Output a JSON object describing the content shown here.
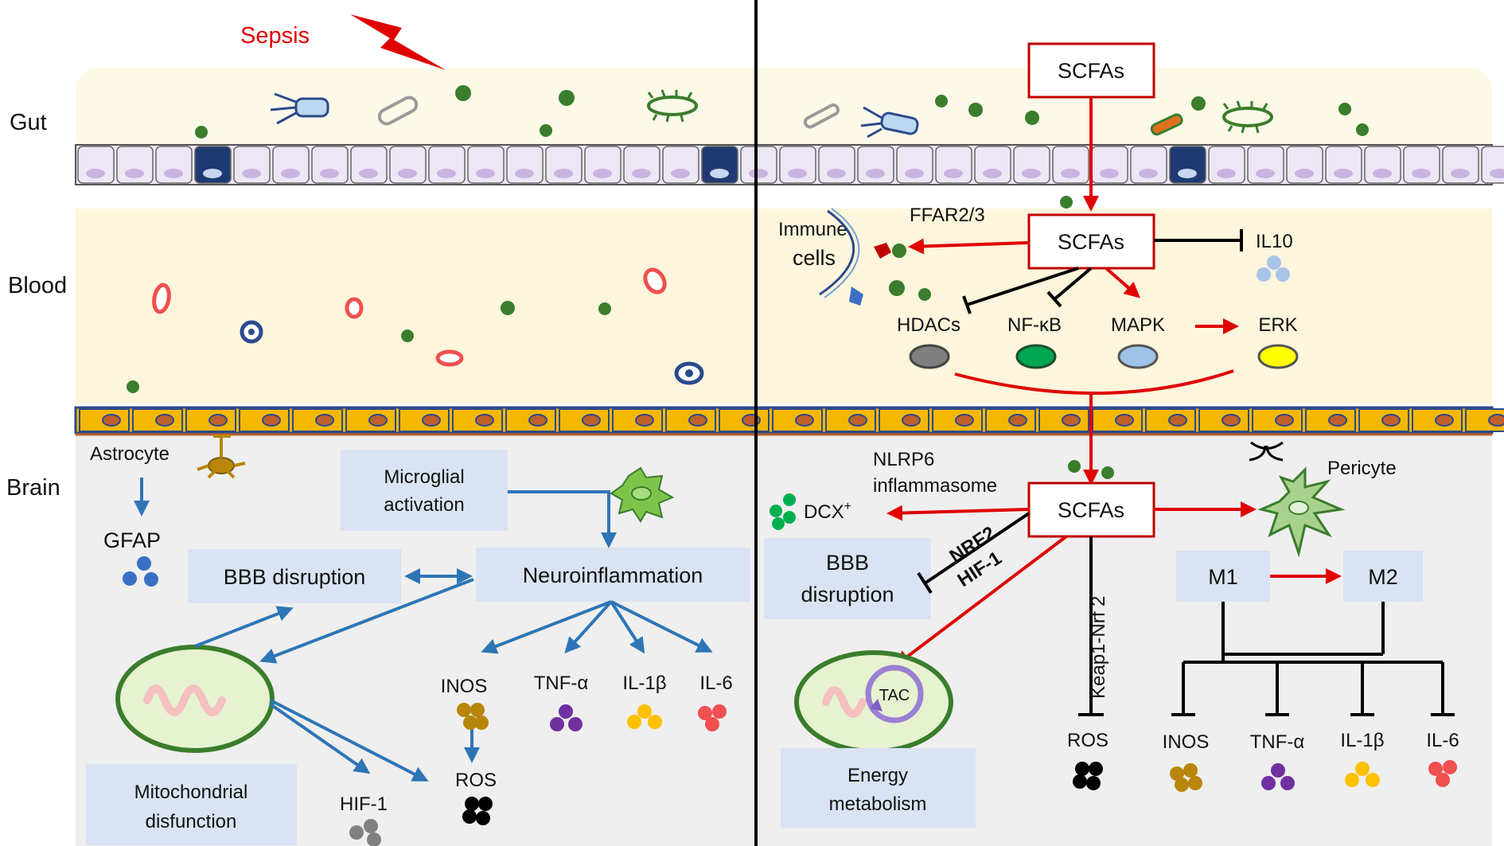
{
  "sections": {
    "gut": "Gut",
    "blood": "Blood",
    "brain": "Brain"
  },
  "left": {
    "sepsis": "Sepsis",
    "astrocyte": "Astrocyte",
    "gfap": "GFAP",
    "microglial_1": "Microglial",
    "microglial_2": "activation",
    "bbb": "BBB disruption",
    "neuroinflammation": "Neuroinflammation",
    "inos": "INOS",
    "tnf": "TNF-α",
    "il1b": "IL-1β",
    "il6": "IL-6",
    "ros": "ROS",
    "hif1": "HIF-1",
    "mito_1": "Mitochondrial",
    "mito_2": "disfunction"
  },
  "right": {
    "scfa_top": "SCFAs",
    "scfa_mid": "SCFAs",
    "scfa_brain": "SCFAs",
    "ffar": "FFAR2/3",
    "immune_1": "Immune",
    "immune_2": "cells",
    "il10": "IL10",
    "hdacs": "HDACs",
    "nfkb": "NF-κB",
    "mapk": "MAPK",
    "erk": "ERK",
    "nlrp6_1": "NLRP6",
    "nlrp6_2": "inflammasome",
    "dcx": "DCX",
    "dcx_sup": "+",
    "nrf2": "NRF2",
    "hif1": "HIF-1",
    "bbb_1": "BBB",
    "bbb_2": "disruption",
    "keap": "Keap1-Nrf 2",
    "ros": "ROS",
    "tac": "TAC",
    "energy_1": "Energy",
    "energy_2": "metabolism",
    "pericyte": "Pericyte",
    "m1": "M1",
    "m2": "M2",
    "inos": "INOS",
    "tnf": "TNF-α",
    "il1b": "IL-1β",
    "il6": "IL-6"
  },
  "colors": {
    "arrow_blue": "#2e75b6",
    "arrow_red": "#e00000",
    "gut_bg": "#fdf9e8",
    "blood_bg": "#fdf5dc",
    "brain_bg": "#efefef",
    "label_box": "#dae3f3",
    "bacteria_green": "#3a7d2c"
  }
}
